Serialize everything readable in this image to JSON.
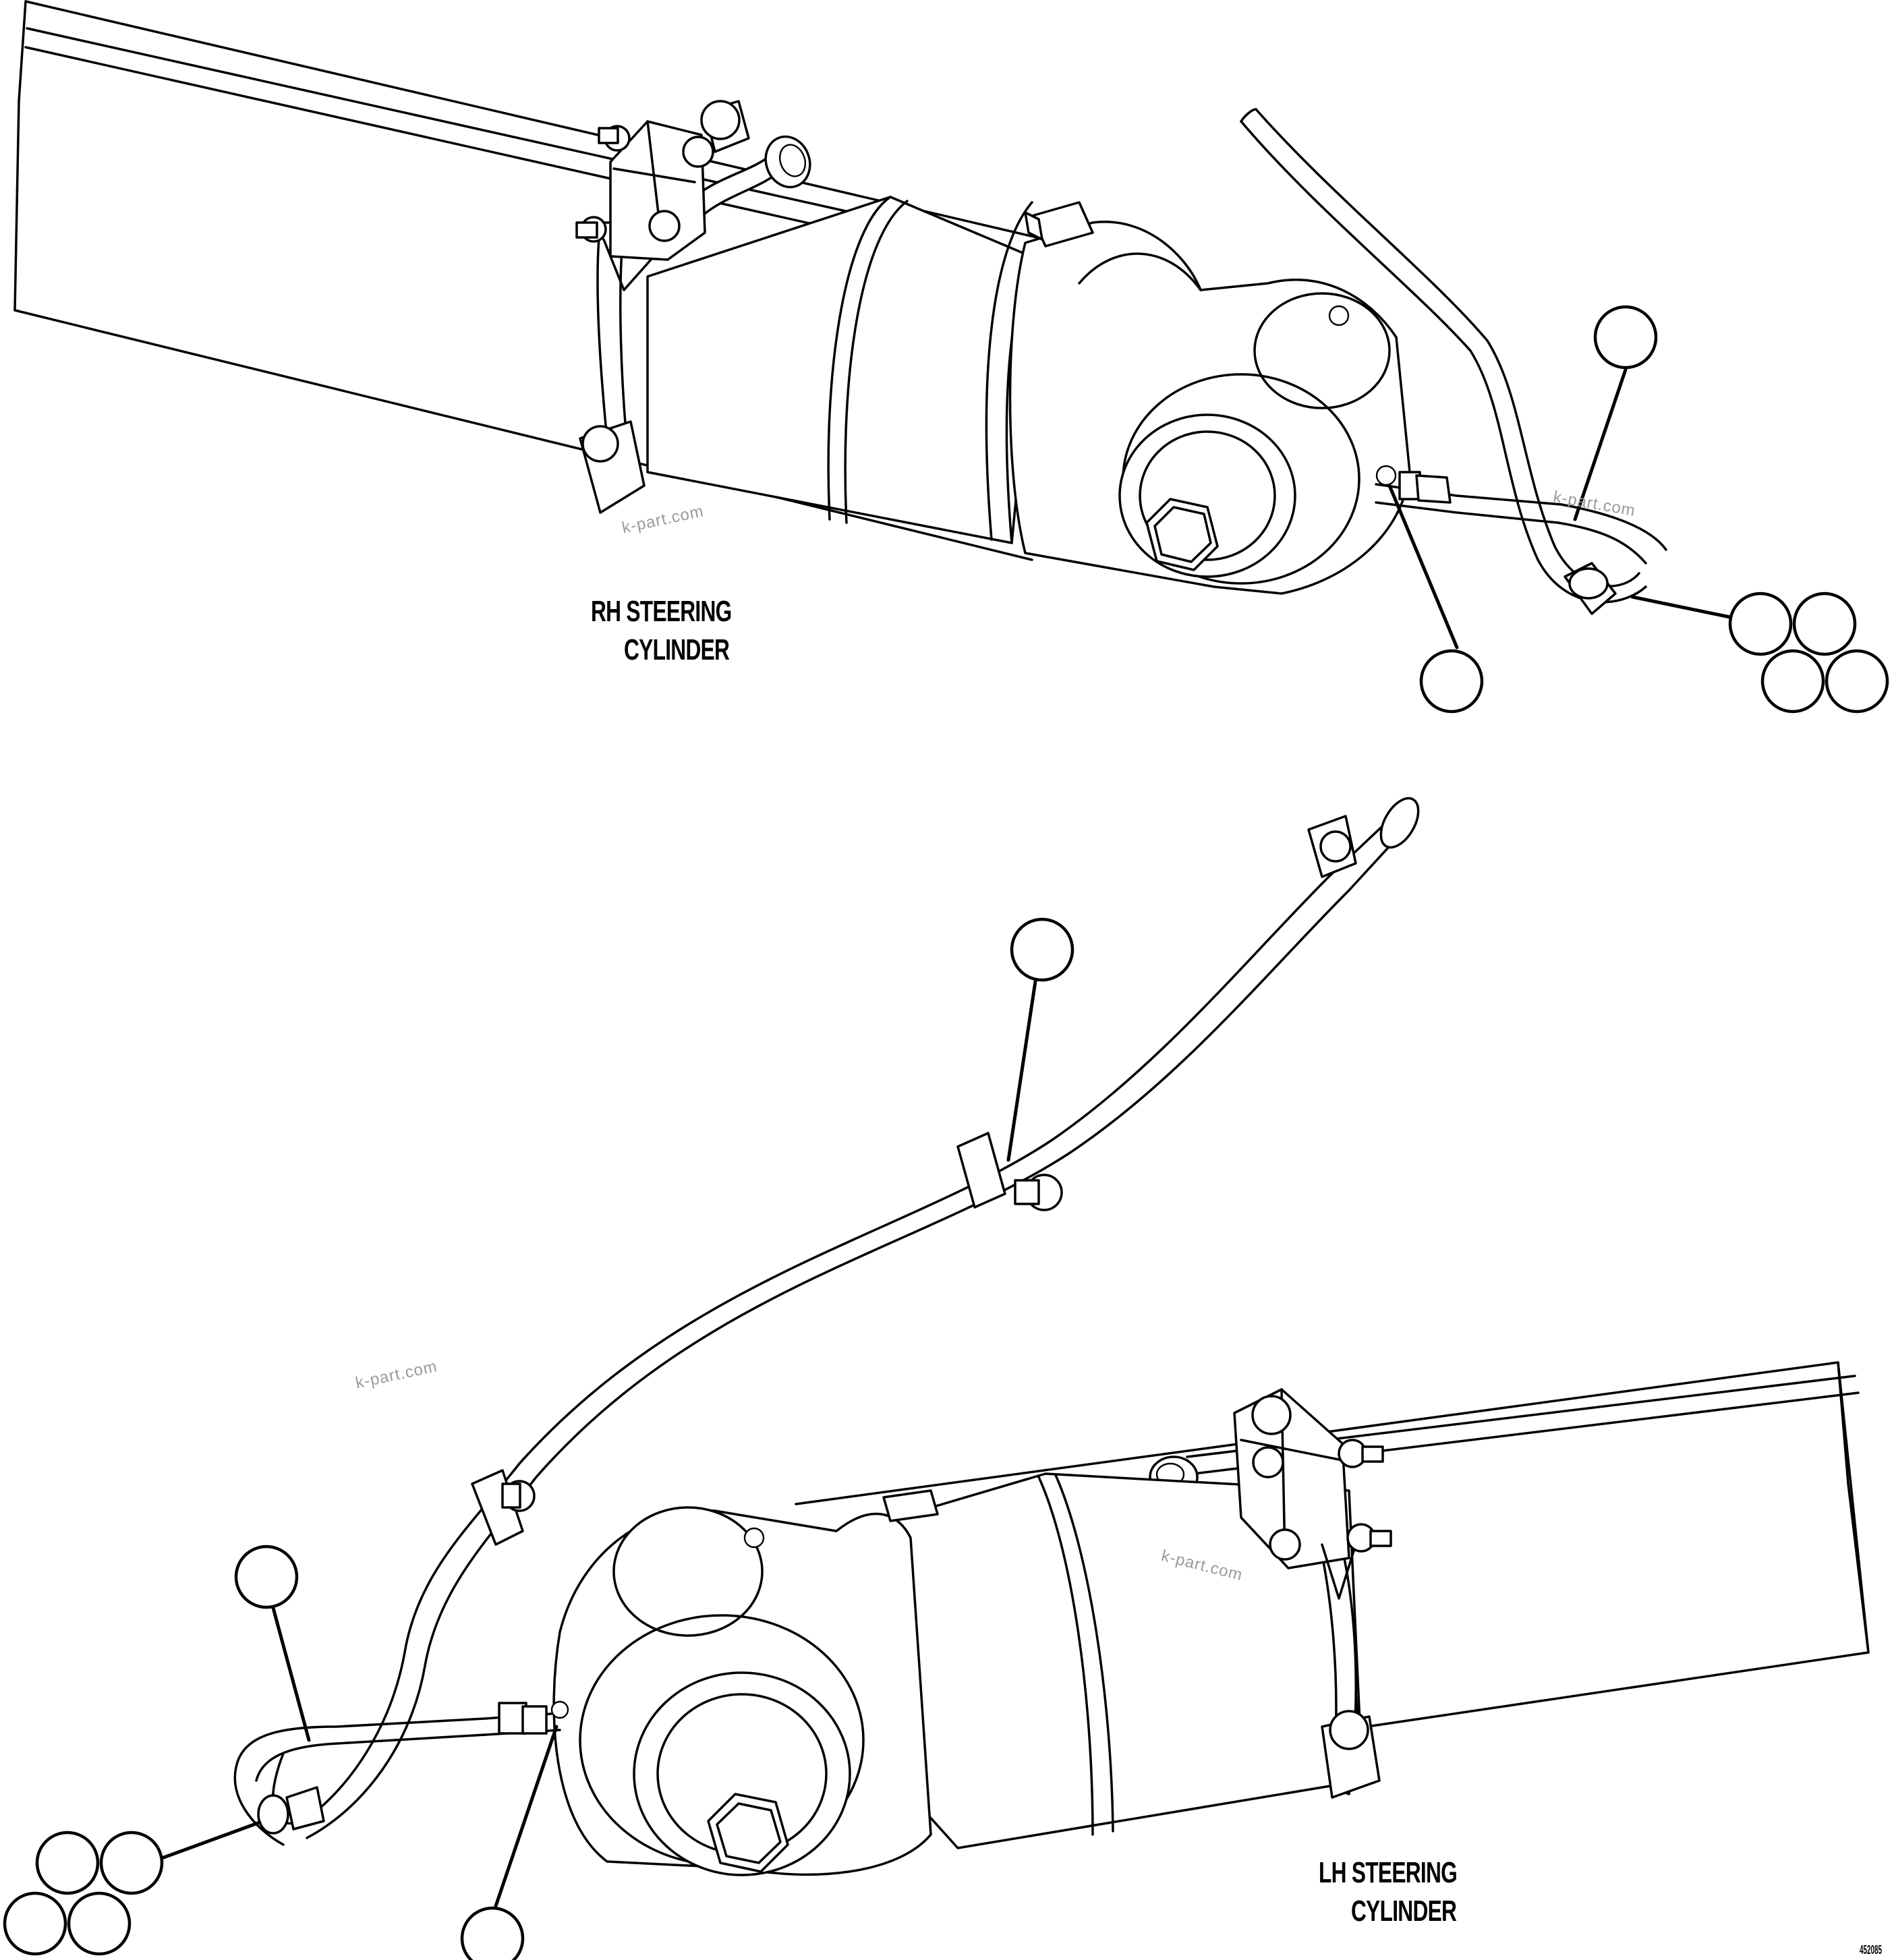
{
  "labels": {
    "rh_line1": "RH STEERING",
    "rh_line2": "CYLINDER",
    "lh_line1": "LH STEERING",
    "lh_line2": "CYLINDER",
    "watermark": "k-part.com",
    "drawing_code": "452085"
  },
  "callouts": {
    "rh": [
      "",
      "",
      "",
      "",
      "",
      ""
    ],
    "lh": [
      "",
      "",
      "",
      "",
      "",
      ""
    ]
  },
  "colors": {
    "line": "#000000",
    "background": "#ffffff",
    "watermark": "#9a9a9a"
  }
}
